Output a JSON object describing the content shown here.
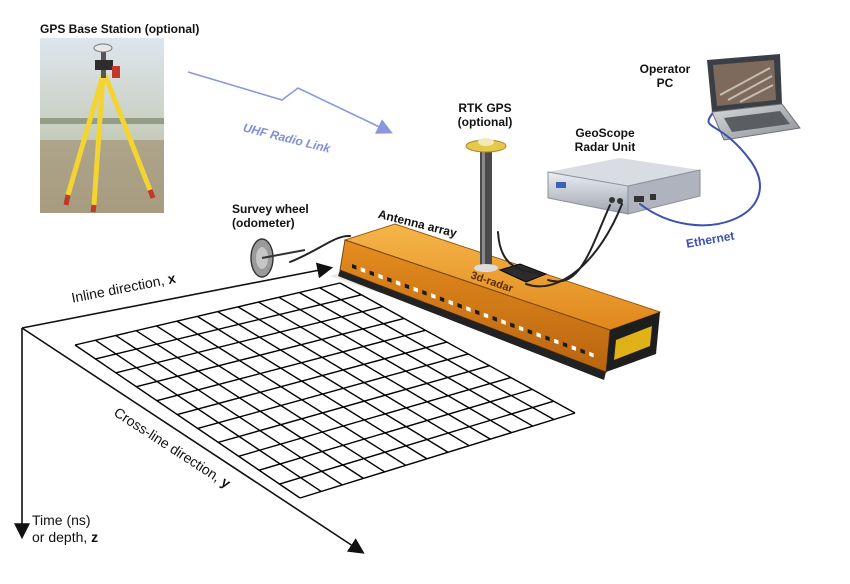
{
  "labels": {
    "gps_base": "GPS Base Station (optional)",
    "uhf_link": "UHF Radio Link",
    "rtk_gps_line1": "RTK GPS",
    "rtk_gps_line2": "(optional)",
    "geoscope_line1": "GeoScope",
    "geoscope_line2": "Radar Unit",
    "operator_line1": "Operator",
    "operator_line2": "PC",
    "survey_wheel_line1": "Survey wheel",
    "survey_wheel_line2": "(odometer)",
    "antenna_array": "Antenna array",
    "ethernet": "Ethernet",
    "radar_brand": "3d-radar"
  },
  "axes": {
    "inline_text": "Inline direction,",
    "inline_var": "x",
    "crossline_text": "Cross-line direction,",
    "crossline_var": "y",
    "time_line1": "Time (ns)",
    "time_line2_text": "or depth,",
    "time_var": "z"
  },
  "colors": {
    "antenna": "#e89a2a",
    "link_blue": "#7f8fd8",
    "ethernet_blue": "#3c4fb5",
    "tripod_yellow": "#f3d431"
  }
}
